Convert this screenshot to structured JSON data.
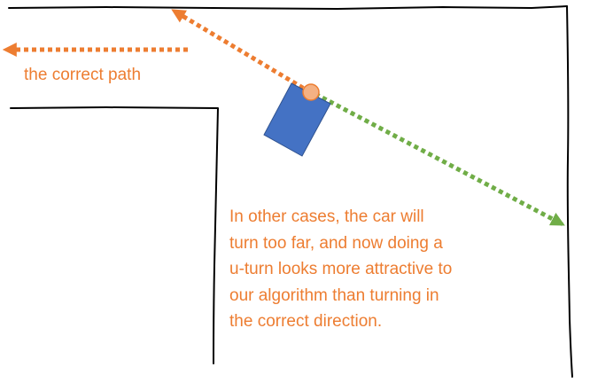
{
  "labels": {
    "correct_path": "the correct path"
  },
  "caption": {
    "lines": [
      "In other cases, the car will",
      "turn too far, and now doing a",
      "u-turn looks more attractive to",
      "our algorithm than turning in",
      "the correct direction."
    ]
  },
  "colors": {
    "orange": "#ED7D31",
    "green": "#70AD47",
    "car_fill": "#4472C4",
    "car_stroke": "#2F528F",
    "marker_fill": "#F4B183",
    "wall": "#000000"
  }
}
